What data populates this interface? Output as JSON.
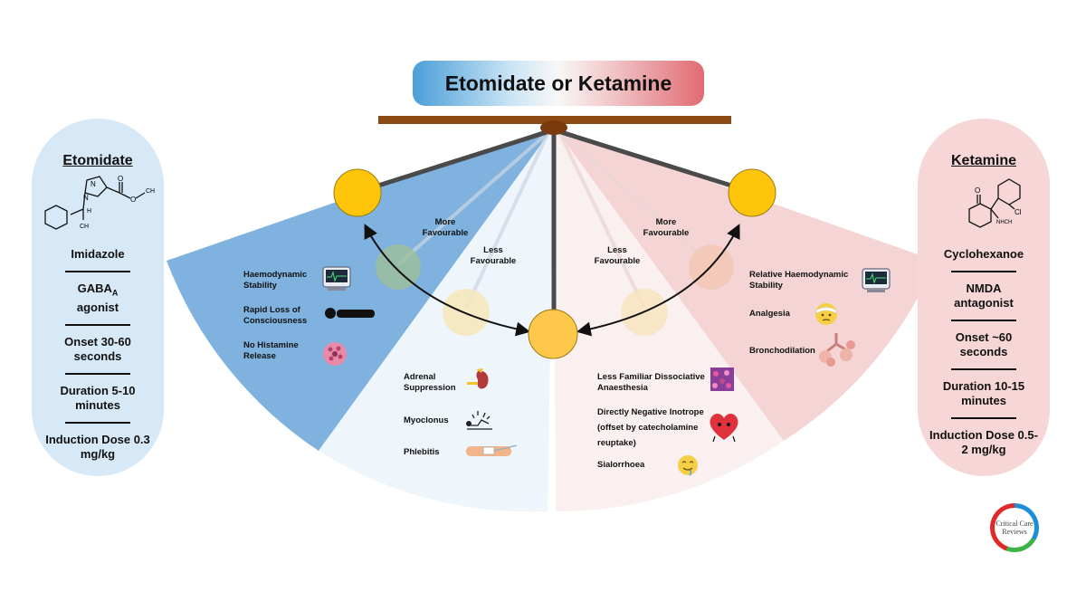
{
  "title": "Etomidate or Ketamine",
  "etomidate": {
    "heading": "Etomidate",
    "items": [
      "Imidazole",
      "GABA",
      "agonist",
      "Onset 30-60 seconds",
      "Duration 5-10 minutes",
      "Induction Dose 0.3 mg/kg"
    ],
    "gaba_subscript": "A",
    "structure_labels": {
      "n1": "N",
      "n2": "N",
      "o1": "O",
      "o2": "O",
      "ch3": "CH",
      "ch3b": "CH",
      "h": "H"
    }
  },
  "ketamine": {
    "heading": "Ketamine",
    "items": [
      "Cyclohexanoe",
      "NMDA antagonist",
      "Onset ~60 seconds",
      "Duration 10-15 minutes",
      "Induction Dose 0.5-2 mg/kg"
    ],
    "structure_labels": {
      "o": "O",
      "cl": "Cl",
      "nhch": "NHCH"
    }
  },
  "pendulum": {
    "more_favourable_left": "More\nFavourable",
    "less_favourable_left": "Less\nFavourable",
    "less_favourable_right": "Less\nFavourable",
    "more_favourable_right": "More\nFavourable"
  },
  "etomidate_pros": [
    "Haemodynamic\nStability",
    "Rapid Loss of\nConsciousness",
    "No Histamine\nRelease"
  ],
  "etomidate_cons": [
    "Adrenal\nSuppression",
    "Myoclonus",
    "Phlebitis"
  ],
  "ketamine_cons": [
    "Less Familiar Dissociative\nAnaesthesia",
    "Directly Negative Inotrope\n(offset by catecholamine\nreuptake)",
    "Sialorrhoea"
  ],
  "ketamine_pros": [
    "Relative Haemodynamic\nStability",
    "Analgesia",
    "Bronchodilation"
  ],
  "logo_text": "Critical Care\nReviews",
  "colors": {
    "etomidate_blue": "#7fb2df",
    "etomidate_light": "#eef5fb",
    "ketamine_pink": "#f4d4d4",
    "ketamine_light": "#fbf0f0",
    "bob": "#ffc50a",
    "bar": "#8b4a12"
  }
}
